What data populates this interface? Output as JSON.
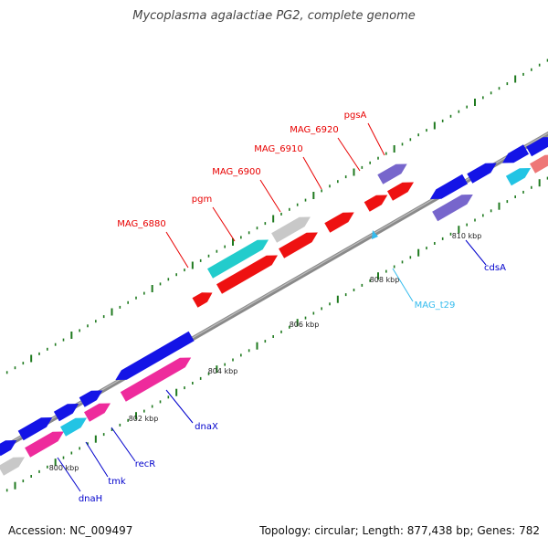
{
  "title": "Mycoplasma agalactiae PG2, complete genome",
  "footer": {
    "accession": "Accession: NC_009497",
    "topology": "Topology: circular; Length: 877,438 bp; Genes: 782"
  },
  "colors": {
    "backbone": "#8a8a8a",
    "tick": "#1f7a1f",
    "label_red": "#e80000",
    "label_blue": "#0000cc",
    "label_cyan": "#33bbee",
    "gene_blue": "#1414e6",
    "gene_red": "#ee1111",
    "gene_pink": "#ee2b9c",
    "gene_cyan": "#22c4e4",
    "gene_teal": "#22cccc",
    "gene_purple": "#7766cc",
    "gene_grey": "#c8c8c8",
    "gene_salmon": "#ee7777"
  },
  "scale_labels": [
    "800 kbp",
    "802 kbp",
    "804 kbp",
    "806 kbp",
    "808 kbp",
    "810 kbp"
  ],
  "gene_labels": [
    "MAG_6880",
    "pgm",
    "MAG_6900",
    "MAG_6910",
    "MAG_6920",
    "pgsA",
    "dnaX",
    "recR",
    "tmk",
    "dnaH",
    "MAG_t29",
    "cdsA"
  ]
}
